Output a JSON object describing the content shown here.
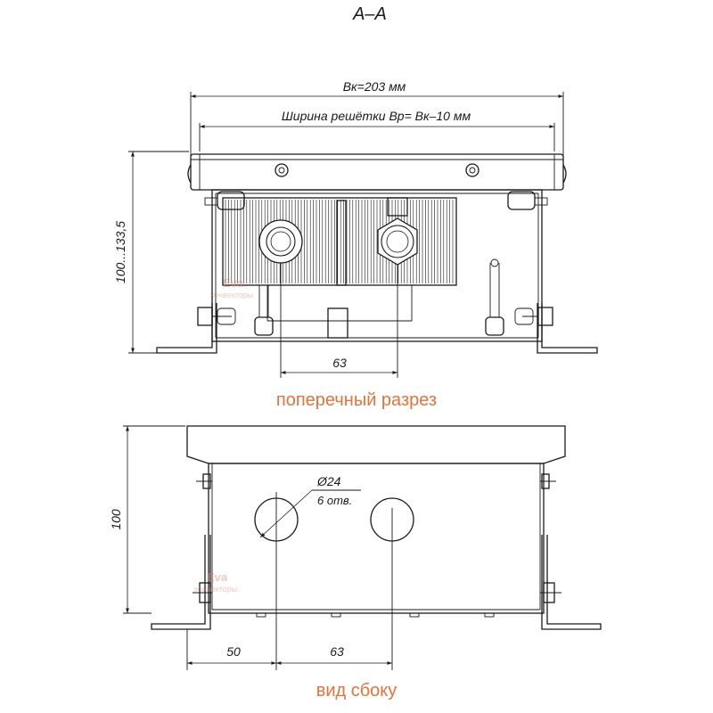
{
  "section_title": "A–A",
  "cross_section": {
    "width_label": "Вк=203 мм",
    "grille_width_label": "Ширина решётки Вр= Вк–10 мм",
    "height_label": "100...133,5",
    "pipe_spacing_label": "63",
    "caption": "поперечный разрез"
  },
  "side_view": {
    "height_label": "100",
    "hole_diameter_label": "Ø24",
    "hole_count_label": "6 отв.",
    "edge_offset_label": "50",
    "pipe_spacing_label": "63",
    "caption": "вид сбоку"
  },
  "watermark": {
    "line1": "Eva",
    "line2": "конвекторы"
  },
  "colors": {
    "caption": "#e0743c",
    "lines": "#1a1a1a",
    "watermark": "#d98a7a"
  }
}
